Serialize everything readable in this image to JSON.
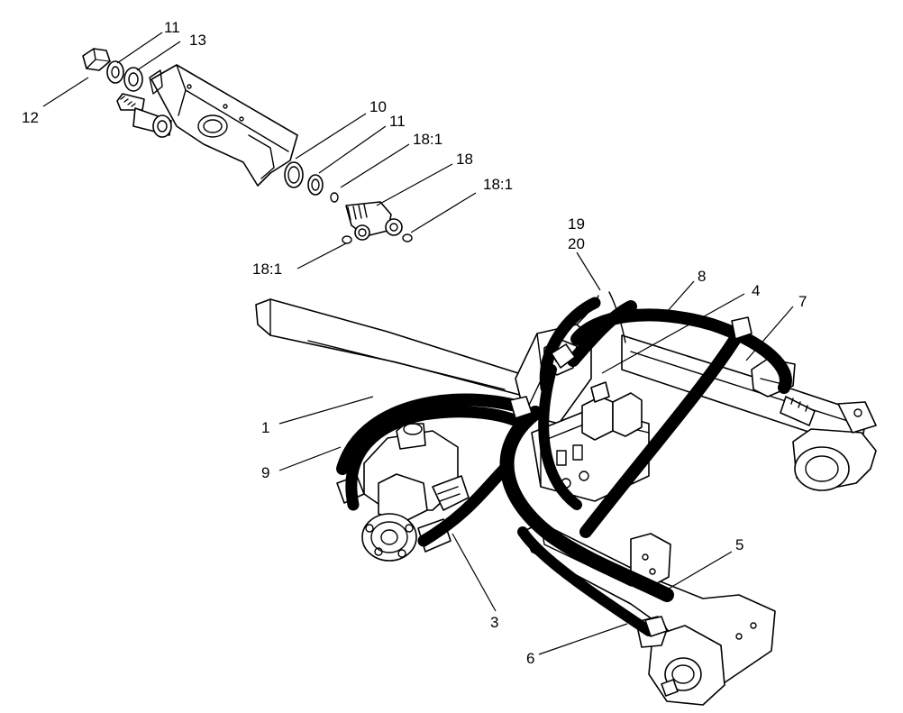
{
  "labels": {
    "l11a": "11",
    "l13": "13",
    "l12": "12",
    "l10": "10",
    "l11b": "11",
    "l18_1a": "18:1",
    "l18": "18",
    "l18_1b": "18:1",
    "l18_1c": "18:1",
    "l19": "19",
    "l20": "20",
    "l8": "8",
    "l4": "4",
    "l7": "7",
    "l1": "1",
    "l9": "9",
    "l3": "3",
    "l5": "5",
    "l6": "6"
  }
}
